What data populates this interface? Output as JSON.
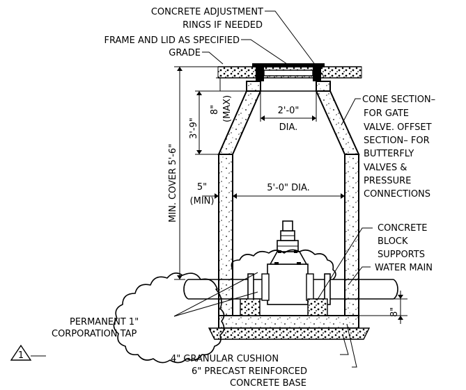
{
  "labels": {
    "concrete_adjustment": "CONCRETE ADJUSTMENT",
    "rings_if_needed": "RINGS IF NEEDED",
    "frame_and_lid": "FRAME AND LID AS SPECIFIED",
    "grade": "GRADE",
    "cone_section": "CONE SECTION–",
    "for_gate": "FOR GATE",
    "valve_offset": "VALVE. OFFSET",
    "section_for": "SECTION– FOR",
    "butterfly": "BUTTERFLY",
    "valves_and": "VALVES &",
    "pressure": "PRESSURE",
    "connections": "CONNECTIONS",
    "concrete": "CONCRETE",
    "block": "BLOCK",
    "supports": "SUPPORTS",
    "water_main": "WATER MAIN",
    "permanent": "PERMANENT 1\"",
    "corporation_tap": "CORPORATION TAP",
    "granular_cushion": "4\" GRANULAR CUSHION",
    "precast_reinforced": "6\" PRECAST REINFORCED",
    "concrete_base": "CONCRETE BASE"
  },
  "dimensions": {
    "min_cover": "MIN. COVER 5'-6\"",
    "cone_height": "3'-9\"",
    "adjust_height": "8\"",
    "adjust_max": "(MAX)",
    "top_opening": "2'-0\"",
    "top_dia": "DIA.",
    "wall_thickness": "5\"",
    "wall_min": "(MIN)",
    "inside_dia": "5'-0\" DIA.",
    "base_clearance": "8\""
  },
  "revision": {
    "tag": "1"
  }
}
